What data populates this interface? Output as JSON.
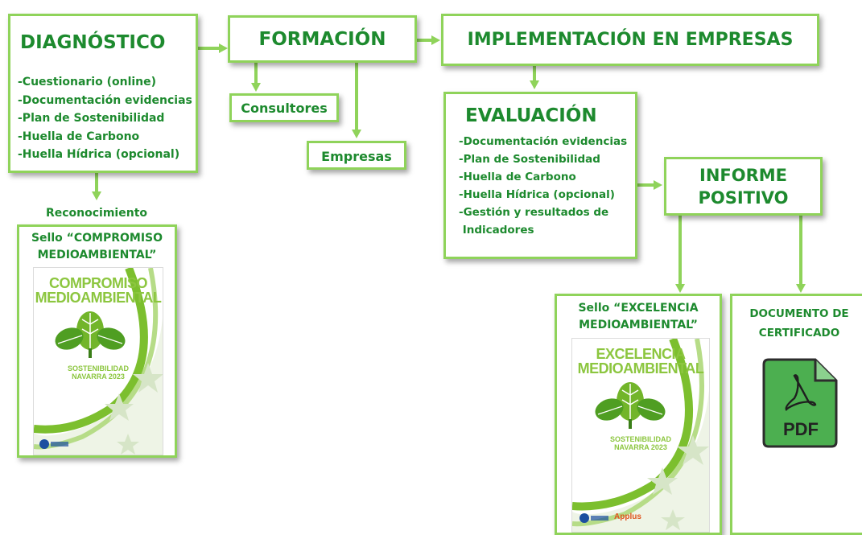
{
  "diagnostico": {
    "title": "DIAGNÓSTICO",
    "items": [
      "-Cuestionario (online)",
      "-Documentación evidencias",
      "-Plan de Sostenibilidad",
      "-Huella de Carbono",
      "-Huella Hídrica (opcional)"
    ]
  },
  "formacion": {
    "title": "FORMACIÓN"
  },
  "consultores": {
    "title": "Consultores"
  },
  "empresas": {
    "title": "Empresas"
  },
  "implementacion": {
    "title": "IMPLEMENTACIÓN EN EMPRESAS"
  },
  "evaluacion": {
    "title": "EVALUACIÓN",
    "items": [
      "-Documentación evidencias",
      "-Plan de Sostenibilidad",
      "-Huella de Carbono",
      "-Huella Hídrica (opcional)",
      "-Gestión y resultados de",
      " Indicadores"
    ]
  },
  "informe": {
    "line1": "INFORME",
    "line2": "POSITIVO"
  },
  "reconocimiento": {
    "label": "Reconocimiento"
  },
  "sello_compromiso": {
    "caption_line1": "Sello “COMPROMISO",
    "caption_line2": "MEDIOAMBIENTAL”",
    "poster_line1": "COMPROMISO",
    "poster_line2": "MEDIOAMBIENTAL",
    "poster_sub1": "SOSTENIBILIDAD",
    "poster_sub2": "NAVARRA 2023"
  },
  "sello_excelencia": {
    "caption_line1": "Sello “EXCELENCIA",
    "caption_line2": "MEDIOAMBIENTAL”",
    "poster_line1": "EXCELENCIA",
    "poster_line2": "MEDIOAMBIENTAL",
    "poster_sub1": "SOSTENIBILIDAD",
    "poster_sub2": "NAVARRA 2023",
    "partner_logo": "Applus"
  },
  "documento": {
    "caption_line1": "DOCUMENTO DE",
    "caption_line2": "CERTIFICADO",
    "icon_label": "PDF"
  },
  "colors": {
    "green_text": "#1d8a2e",
    "green_border": "#8fd35a",
    "poster_green": "#8cc63f"
  }
}
